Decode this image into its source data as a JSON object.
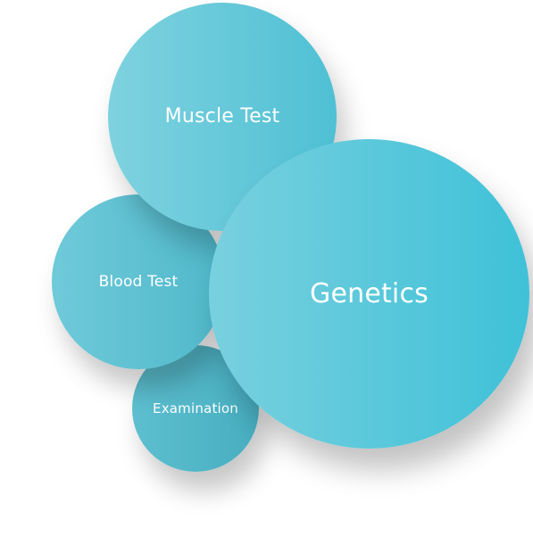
{
  "diagram": {
    "bubbles": {
      "muscle_test": {
        "label": "Muscle Test",
        "color": "#5fc7d8"
      },
      "genetics": {
        "label": "Genetics",
        "color": "#4ec5da"
      },
      "blood_test": {
        "label": "Blood Test",
        "color": "#5cc0d1"
      },
      "examination": {
        "label": "Examination",
        "color": "#50b5c6"
      }
    }
  }
}
